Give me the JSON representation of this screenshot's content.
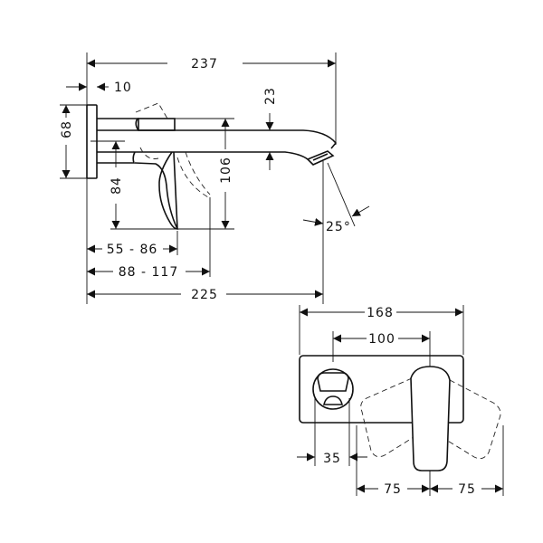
{
  "side_view": {
    "dim_total_length": "237",
    "dim_plate_thickness": "10",
    "dim_plate_height": "68",
    "dim_lever_height": "84",
    "dim_overall_height": "106",
    "dim_spout_height": "23",
    "dim_lever_reach": "55 - 86",
    "dim_lever_open_reach": "88 - 117",
    "dim_outlet_reach": "225",
    "dim_spray_angle": "25°"
  },
  "front_view": {
    "dim_plate_width": "168",
    "dim_center_distance": "100",
    "dim_knob_diameter": "35",
    "dim_swing_left": "75",
    "dim_swing_right": "75"
  }
}
